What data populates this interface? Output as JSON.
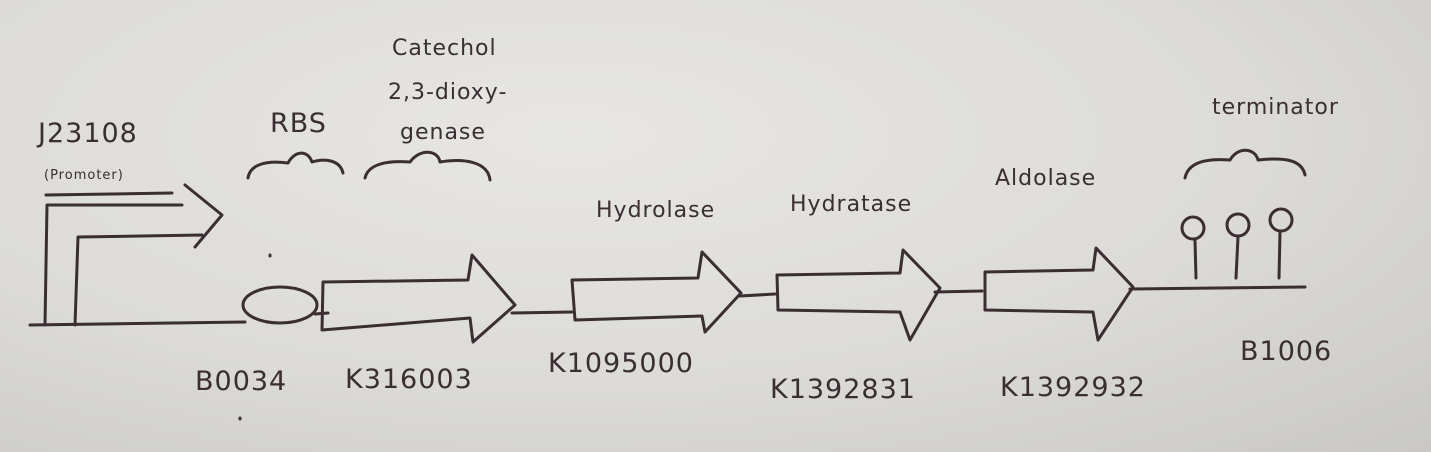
{
  "promoter": {
    "name": "J23108",
    "subtitle": "(Promoter)"
  },
  "rbs": {
    "label": "RBS",
    "part_id": "B0034"
  },
  "gene1": {
    "name_line1": "Catechol",
    "name_line2": "2,3-dioxy-",
    "name_line3": "genase",
    "part_id": "K316003"
  },
  "gene2": {
    "name": "Hydrolase",
    "part_id": "K1095000"
  },
  "gene3": {
    "name": "Hydratase",
    "part_id": "K1392831"
  },
  "gene4": {
    "name": "Aldolase",
    "part_id": "K1392932"
  },
  "terminator": {
    "label": "terminator",
    "part_id": "B1006"
  },
  "colors": {
    "ink": "#3a2e33",
    "paper": "#dcdbd7"
  }
}
